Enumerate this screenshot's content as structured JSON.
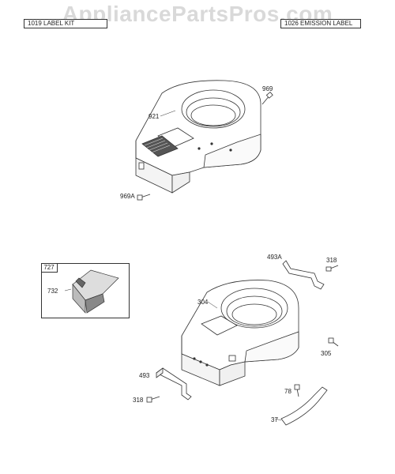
{
  "watermark": "AppliancePartsPros.com",
  "header": {
    "left_label": "1019 LABEL KIT",
    "right_label": "1026 EMISSION LABEL"
  },
  "parts": {
    "p969": "969",
    "p921": "921",
    "p969a": "969A",
    "p727": "727",
    "p732": "732",
    "p493a": "493A",
    "p318_top": "318",
    "p304": "304",
    "p305": "305",
    "p493": "493",
    "p318_bottom": "318",
    "p78": "78",
    "p37": "37"
  }
}
